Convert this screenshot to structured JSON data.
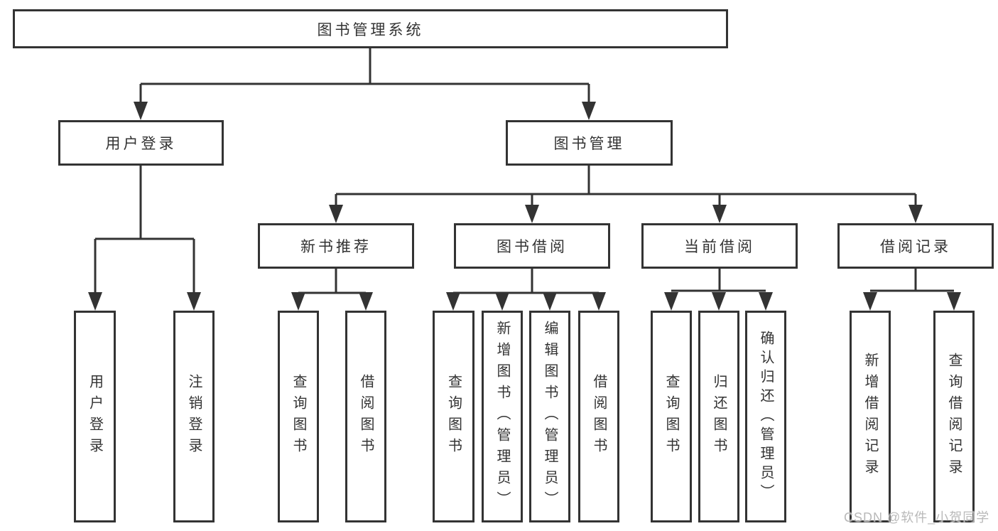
{
  "diagram": {
    "root": "图书管理系统",
    "level2": [
      "用户登录",
      "图书管理"
    ],
    "level3": [
      "新书推荐",
      "图书借阅",
      "当前借阅",
      "借阅记录"
    ],
    "leaves_user_login": [
      "用户登录",
      "注销登录"
    ],
    "leaves_new_book": [
      "查询图书",
      "借阅图书"
    ],
    "leaves_book_borrow": [
      "查询图书",
      "新增图书（管理员）",
      "编辑图书（管理员）",
      "借阅图书"
    ],
    "leaves_current_borrow": [
      "查询图书",
      "归还图书",
      "确认归还（管理员）"
    ],
    "leaves_borrow_record": [
      "新增借阅记录",
      "查询借阅记录"
    ]
  },
  "watermark": "CSDN @软件_小贺同学",
  "colors": {
    "line": "#333333",
    "text": "#333333",
    "box_background": "#ffffff",
    "page_background": "#ffffff",
    "watermark": "#b9b9b9"
  }
}
